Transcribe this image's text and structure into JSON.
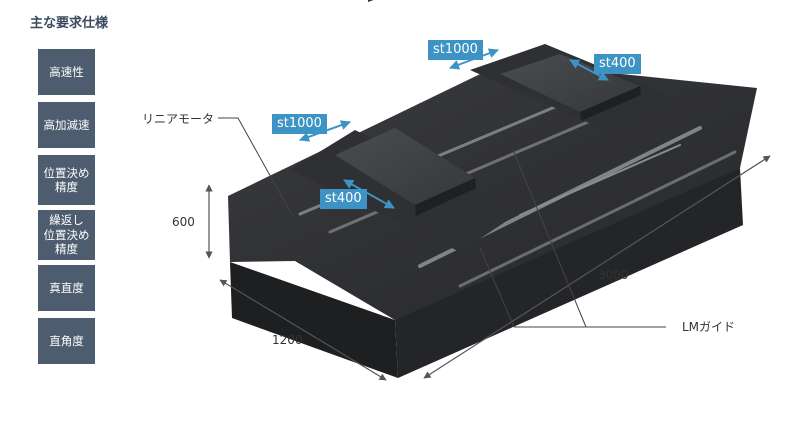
{
  "sidebar": {
    "title": "主な要求仕様",
    "items": [
      {
        "label": "高速性"
      },
      {
        "label": "高加減速"
      },
      {
        "label": "位置決め\n精度"
      },
      {
        "label": "繰返し\n位置決め\n精度"
      },
      {
        "label": "真直度"
      },
      {
        "label": "直角度"
      }
    ]
  },
  "diagram": {
    "callouts": {
      "linear_motor": "リニアモータ",
      "lm_guide": "LMガイド"
    },
    "dimensions": {
      "height": "600",
      "width": "1200",
      "length": "3000"
    },
    "stroke_tags": {
      "upper_long": "st1000",
      "upper_short": "st400",
      "lower_long": "st1000",
      "lower_short": "st400"
    }
  },
  "colors": {
    "sidebar_button": "#4d5d6f",
    "tag": "#3d94c4",
    "granite": "#2b2c2e"
  }
}
